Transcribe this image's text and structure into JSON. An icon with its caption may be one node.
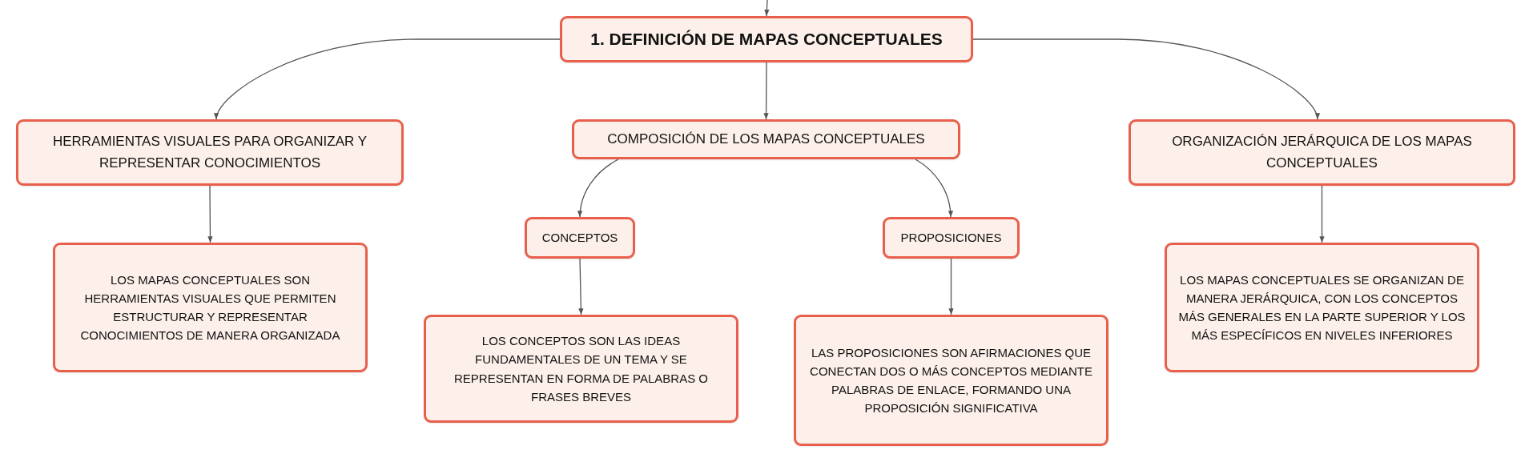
{
  "diagram": {
    "nodes": [
      {
        "text": [
          "1. DEFINICIÓN DE MAPAS CONCEPTUALES"
        ]
      },
      {
        "text": [
          "HERRAMIENTAS VISUALES PARA ORGANIZAR Y REPRESENTAR CONOCIMIENTOS"
        ]
      },
      {
        "text": [
          "COMPOSICIÓN DE LOS MAPAS CONCEPTUALES"
        ]
      },
      {
        "text": [
          "ORGANIZACIÓN JERÁRQUICA DE LOS MAPAS CONCEPTUALES"
        ]
      },
      {
        "text": [
          "LOS MAPAS CONCEPTUALES SON HERRAMIENTAS VISUALES QUE PERMITEN ESTRUCTURAR Y REPRESENTAR CONOCIMIENTOS DE MANERA ORGANIZADA"
        ]
      },
      {
        "text": [
          "CONCEPTOS"
        ]
      },
      {
        "text": [
          "PROPOSICIONES"
        ]
      },
      {
        "text": [
          "LOS MAPAS CONCEPTUALES SE ORGANIZAN DE MANERA JERÁRQUICA, CON LOS CONCEPTOS MÁS GENERALES EN LA PARTE SUPERIOR Y LOS MÁS ESPECÍFICOS EN NIVELES INFERIORES"
        ]
      },
      {
        "text": [
          "LOS CONCEPTOS SON LAS IDEAS FUNDAMENTALES DE UN TEMA Y SE REPRESENTAN EN FORMA DE PALABRAS O FRASES BREVES"
        ]
      },
      {
        "text": [
          "LAS PROPOSICIONES SON AFIRMACIONES QUE CONECTAN DOS O MÁS CONCEPTOS MEDIANTE PALABRAS DE ENLACE, FORMANDO UNA PROPOSICIÓN SIGNIFICATIVA"
        ]
      }
    ],
    "edges": [
      {
        "from": null,
        "to": 0,
        "arrow": "to"
      },
      {
        "from": 0,
        "to": 1,
        "arrow": "to"
      },
      {
        "from": 0,
        "to": 2,
        "arrow": "to"
      },
      {
        "from": 0,
        "to": 3,
        "arrow": "to"
      },
      {
        "from": 1,
        "to": 4,
        "arrow": "to"
      },
      {
        "from": 2,
        "to": 5,
        "arrow": "to"
      },
      {
        "from": 2,
        "to": 6,
        "arrow": "to"
      },
      {
        "from": 3,
        "to": 7,
        "arrow": "to"
      },
      {
        "from": 5,
        "to": 8,
        "arrow": "to"
      },
      {
        "from": 6,
        "to": 9,
        "arrow": "to"
      }
    ]
  }
}
